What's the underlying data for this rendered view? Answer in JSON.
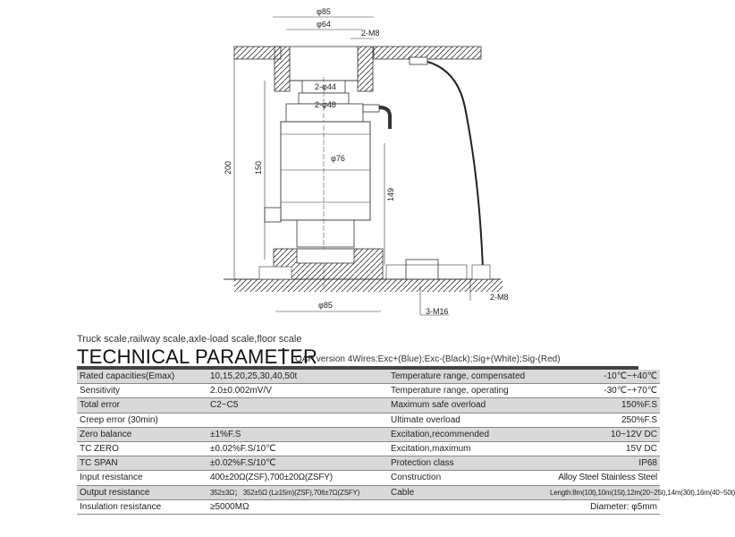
{
  "drawing": {
    "dims": {
      "d85_top": "φ85",
      "d64": "φ64",
      "m8_top": "2-M8",
      "d44": "2-φ44",
      "d48": "2-φ48",
      "d76": "φ76",
      "h200": "200",
      "h150": "150",
      "h149": "149",
      "d85_bottom": "φ85",
      "m16": "3-M16",
      "m8_right": "2-M8"
    }
  },
  "subtitle": "Truck scale,railway scale,axle-load scale,floor scale",
  "heading": "TECHNICAL PARAMETER",
  "version_note": "OAP version 4Wires:Exc+(Blue);Exc-(Black);Sig+(White);Sig-(Red)",
  "rows": [
    {
      "label": "Rated capacities(Emax)",
      "value": "10,15,20,25,30,40,50t",
      "param": "Temperature range, compensated",
      "spec": "-10℃~+40℃"
    },
    {
      "label": "Sensitivity",
      "value": "2.0±0.002mV/V",
      "param": "Temperature range, operating",
      "spec": "-30℃~+70℃"
    },
    {
      "label": "Total error",
      "value": "C2~C5",
      "param": "Maximum safe overload",
      "spec": "150%F.S"
    },
    {
      "label": "Creep error  (30min)",
      "value": "",
      "param": "Ultimate overload",
      "spec": "250%F.S"
    },
    {
      "label": "Zero balance",
      "value": "±1%F.S",
      "param": "Excitation,recommended",
      "spec": "10~12V DC"
    },
    {
      "label": "TC ZERO",
      "value": "±0.02%F.S/10℃",
      "param": "Excitation,maximum",
      "spec": "15V DC"
    },
    {
      "label": "TC SPAN",
      "value": "±0.02%F.S/10℃",
      "param": "Protection class",
      "spec": "IP68"
    },
    {
      "label": "Input resistance",
      "value": "400±20Ω(ZSF),700±20Ω(ZSFY)",
      "param": "Construction",
      "spec": "Alloy Steel   Stainless Steel"
    },
    {
      "label": "Output resistance",
      "value": "352±3Ω； 352±5Ω (L≥15m)(ZSF),706±7Ω(ZSFY)",
      "param": "Cable",
      "spec": "Length:8m(10t),10m(15t),12m(20~25t),14m(30t),16m(40~50t)"
    },
    {
      "label": "Insulation resistance",
      "value": "≥5000MΩ",
      "param": "",
      "spec": "Diameter: φ5mm"
    }
  ]
}
